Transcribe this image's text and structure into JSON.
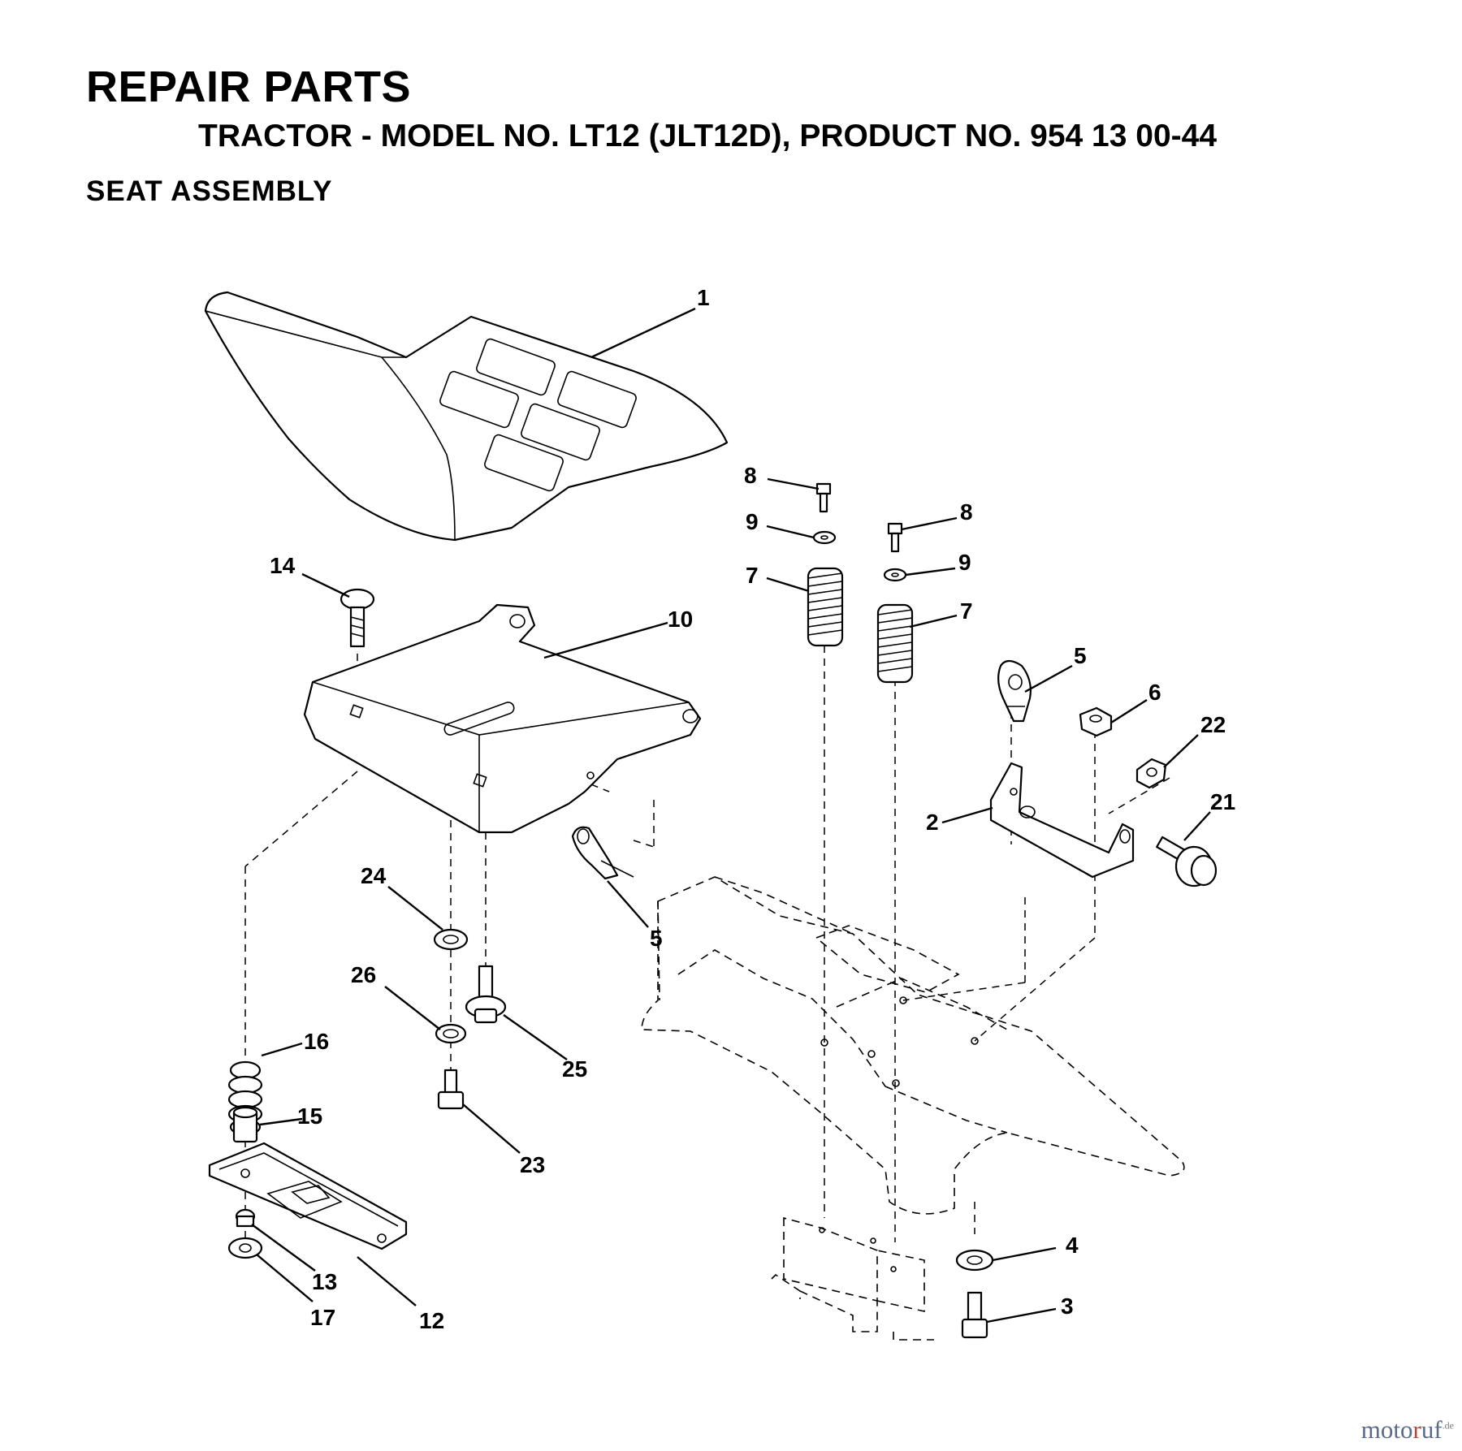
{
  "header": {
    "title": "REPAIR PARTS",
    "subtitle": "TRACTOR - MODEL NO. LT12 (JLT12D), PRODUCT NO. 954 13 00-44",
    "section": "SEAT ASSEMBLY"
  },
  "callouts": {
    "c1": "1",
    "c2": "2",
    "c3": "3",
    "c4": "4",
    "c5a": "5",
    "c5b": "5",
    "c6": "6",
    "c7a": "7",
    "c7b": "7",
    "c8a": "8",
    "c8b": "8",
    "c9a": "9",
    "c9b": "9",
    "c10": "10",
    "c12": "12",
    "c13": "13",
    "c14": "14",
    "c15": "15",
    "c16": "16",
    "c17": "17",
    "c21": "21",
    "c22": "22",
    "c23": "23",
    "c24": "24",
    "c25": "25",
    "c26": "26"
  },
  "watermark": {
    "brand_a": "moto",
    "brand_b": "r",
    "brand_c": "uf",
    "tld": ".de"
  }
}
